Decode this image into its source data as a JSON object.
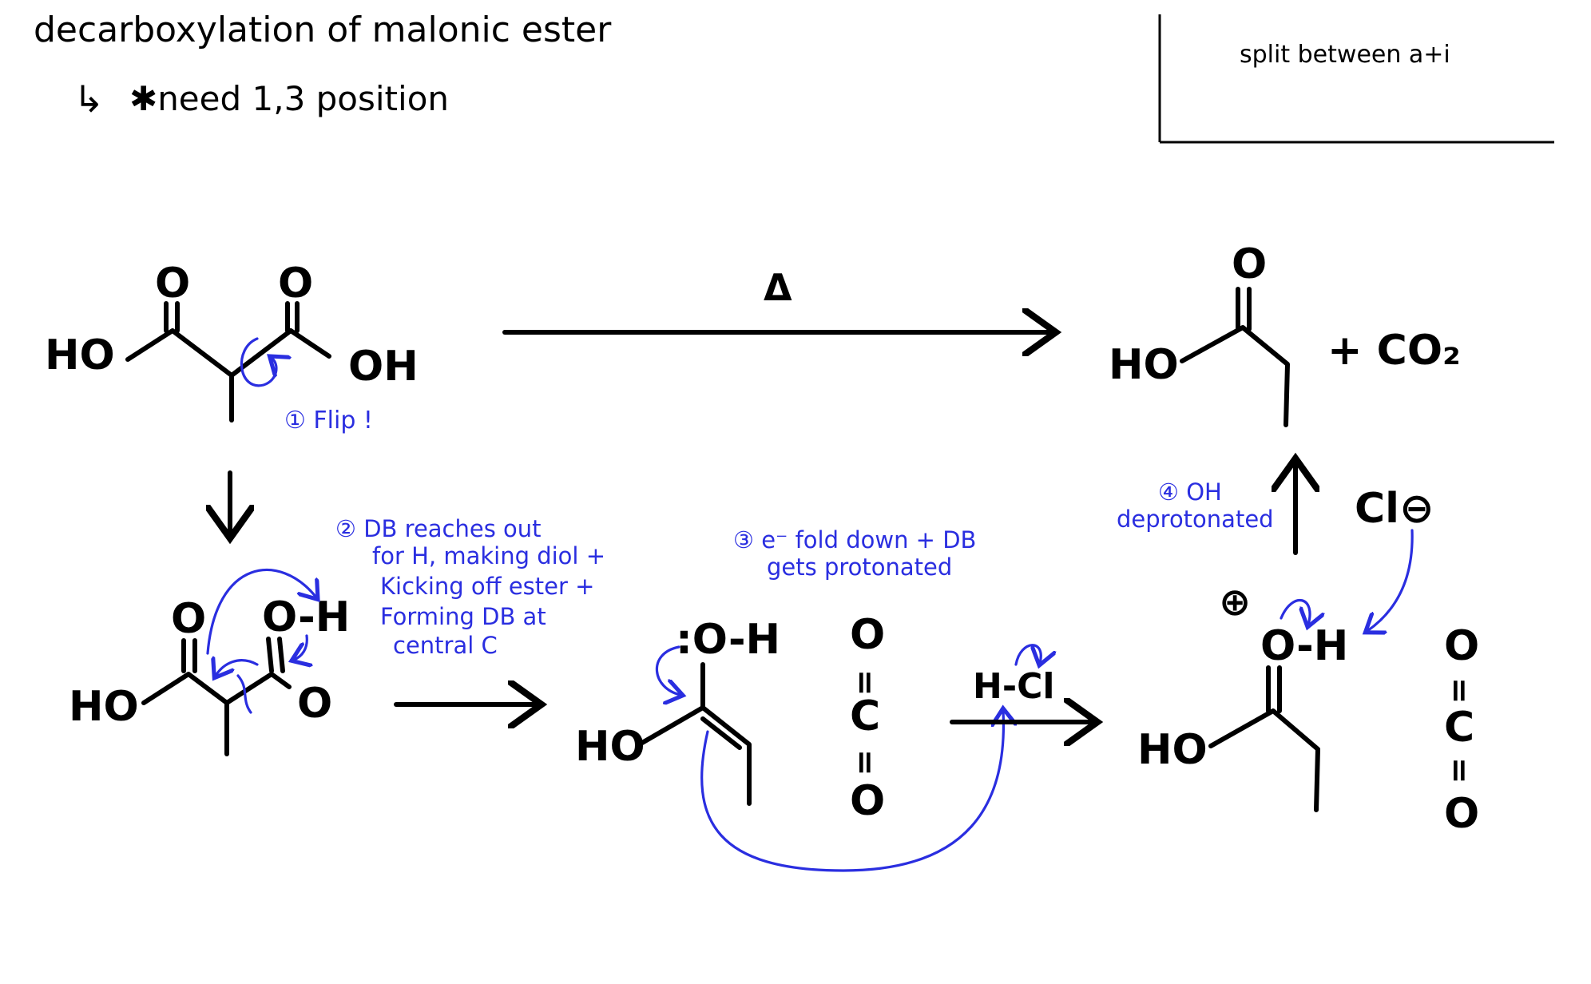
{
  "header": {
    "title": "decarboxylation of malonic ester",
    "subtitle_arrow": "↳",
    "subtitle": "✱need 1,3 position"
  },
  "side_box": {
    "text": "split between a+i"
  },
  "labels": {
    "ho": "HO",
    "oh": "OH",
    "o": "O",
    "o_h": "O-H",
    "lp_o_h": ":O-H",
    "c": "C",
    "eq": "=",
    "co2": "+ CO₂",
    "heat": "Δ",
    "hcl": "H-Cl",
    "cl_minus": "Cl⊖",
    "plus_charge": "⊕",
    "h": "H"
  },
  "notes": {
    "step1": "① Flip !",
    "step2_l1": "② DB reaches out",
    "step2_l2": "for H, making diol +",
    "step2_l3": "Kicking off ester +",
    "step2_l4": "Forming DB at",
    "step2_l5": "central C",
    "step3_l1": "③ e⁻ fold down + DB",
    "step3_l2": "gets protonated",
    "step4_l1": "④ OH",
    "step4_l2": "deprotonated"
  },
  "colors": {
    "ink": "#000000",
    "annotation": "#2a2ee0",
    "background": "#ffffff"
  }
}
